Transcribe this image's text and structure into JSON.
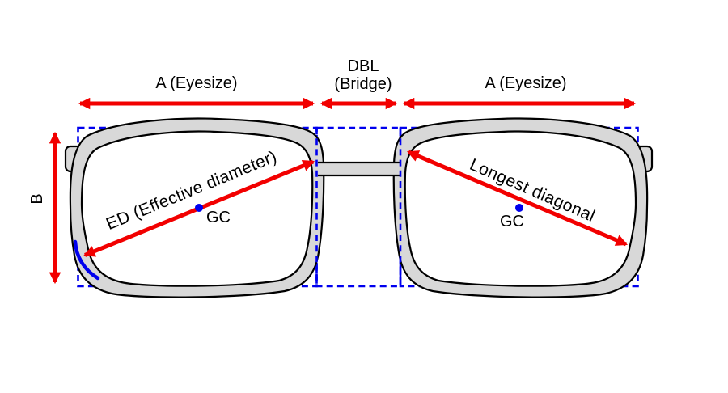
{
  "diagram": {
    "top_labels": {
      "eyesize_left": "A (Eyesize)",
      "dbl": "DBL",
      "bridge": "(Bridge)",
      "eyesize_right": "A (Eyesize)"
    },
    "side_labels": {
      "b": "B"
    },
    "lens_annotations": {
      "ed": "ED (Effective diameter)",
      "gc_left": "GC",
      "longest_diagonal": "Longest diagonal",
      "gc_right": "GC"
    },
    "colors": {
      "arrow_red": "#f20000",
      "box_blue": "#0000ee",
      "gc_dot_blue": "#0000ee",
      "frame_fill_gray": "#d8d8d8",
      "outline_black": "#000000",
      "background": "#ffffff"
    }
  }
}
